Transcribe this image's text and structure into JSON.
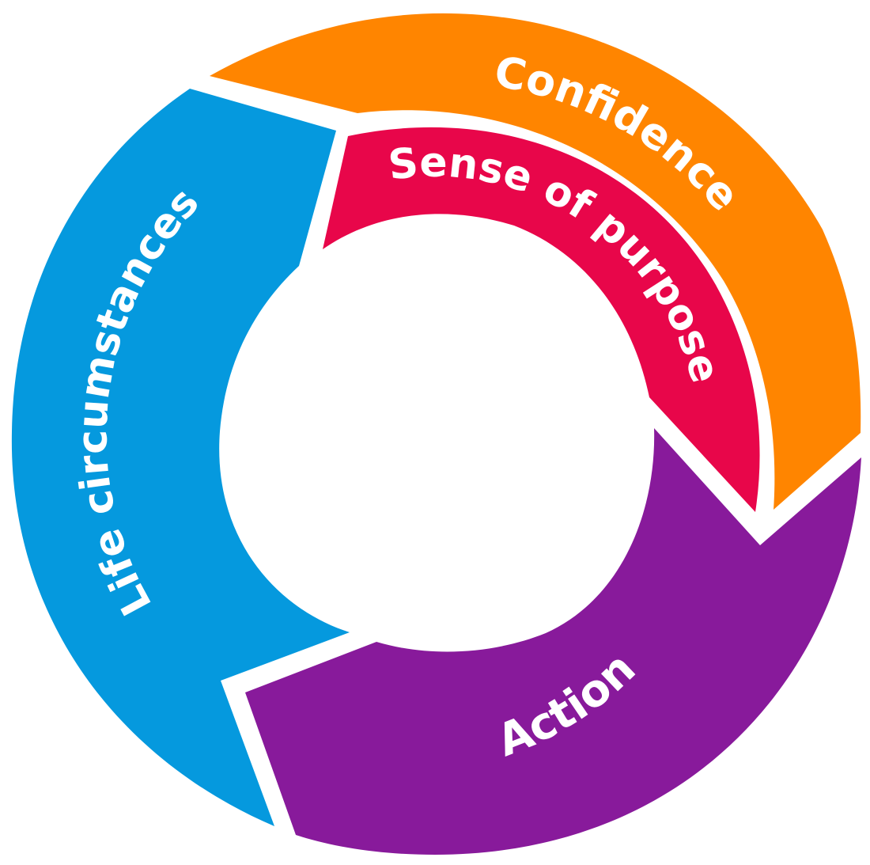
{
  "segments": {
    "confidence": {
      "label": "Confidence",
      "color": "#FF8500"
    },
    "purpose": {
      "label": "Sense of purpose",
      "color": "#E8064A"
    },
    "action": {
      "label": "Action",
      "color": "#881A9B"
    },
    "life": {
      "label": "Life circumstances",
      "color": "#0599DE"
    }
  },
  "background_color": "#FFFFFF"
}
